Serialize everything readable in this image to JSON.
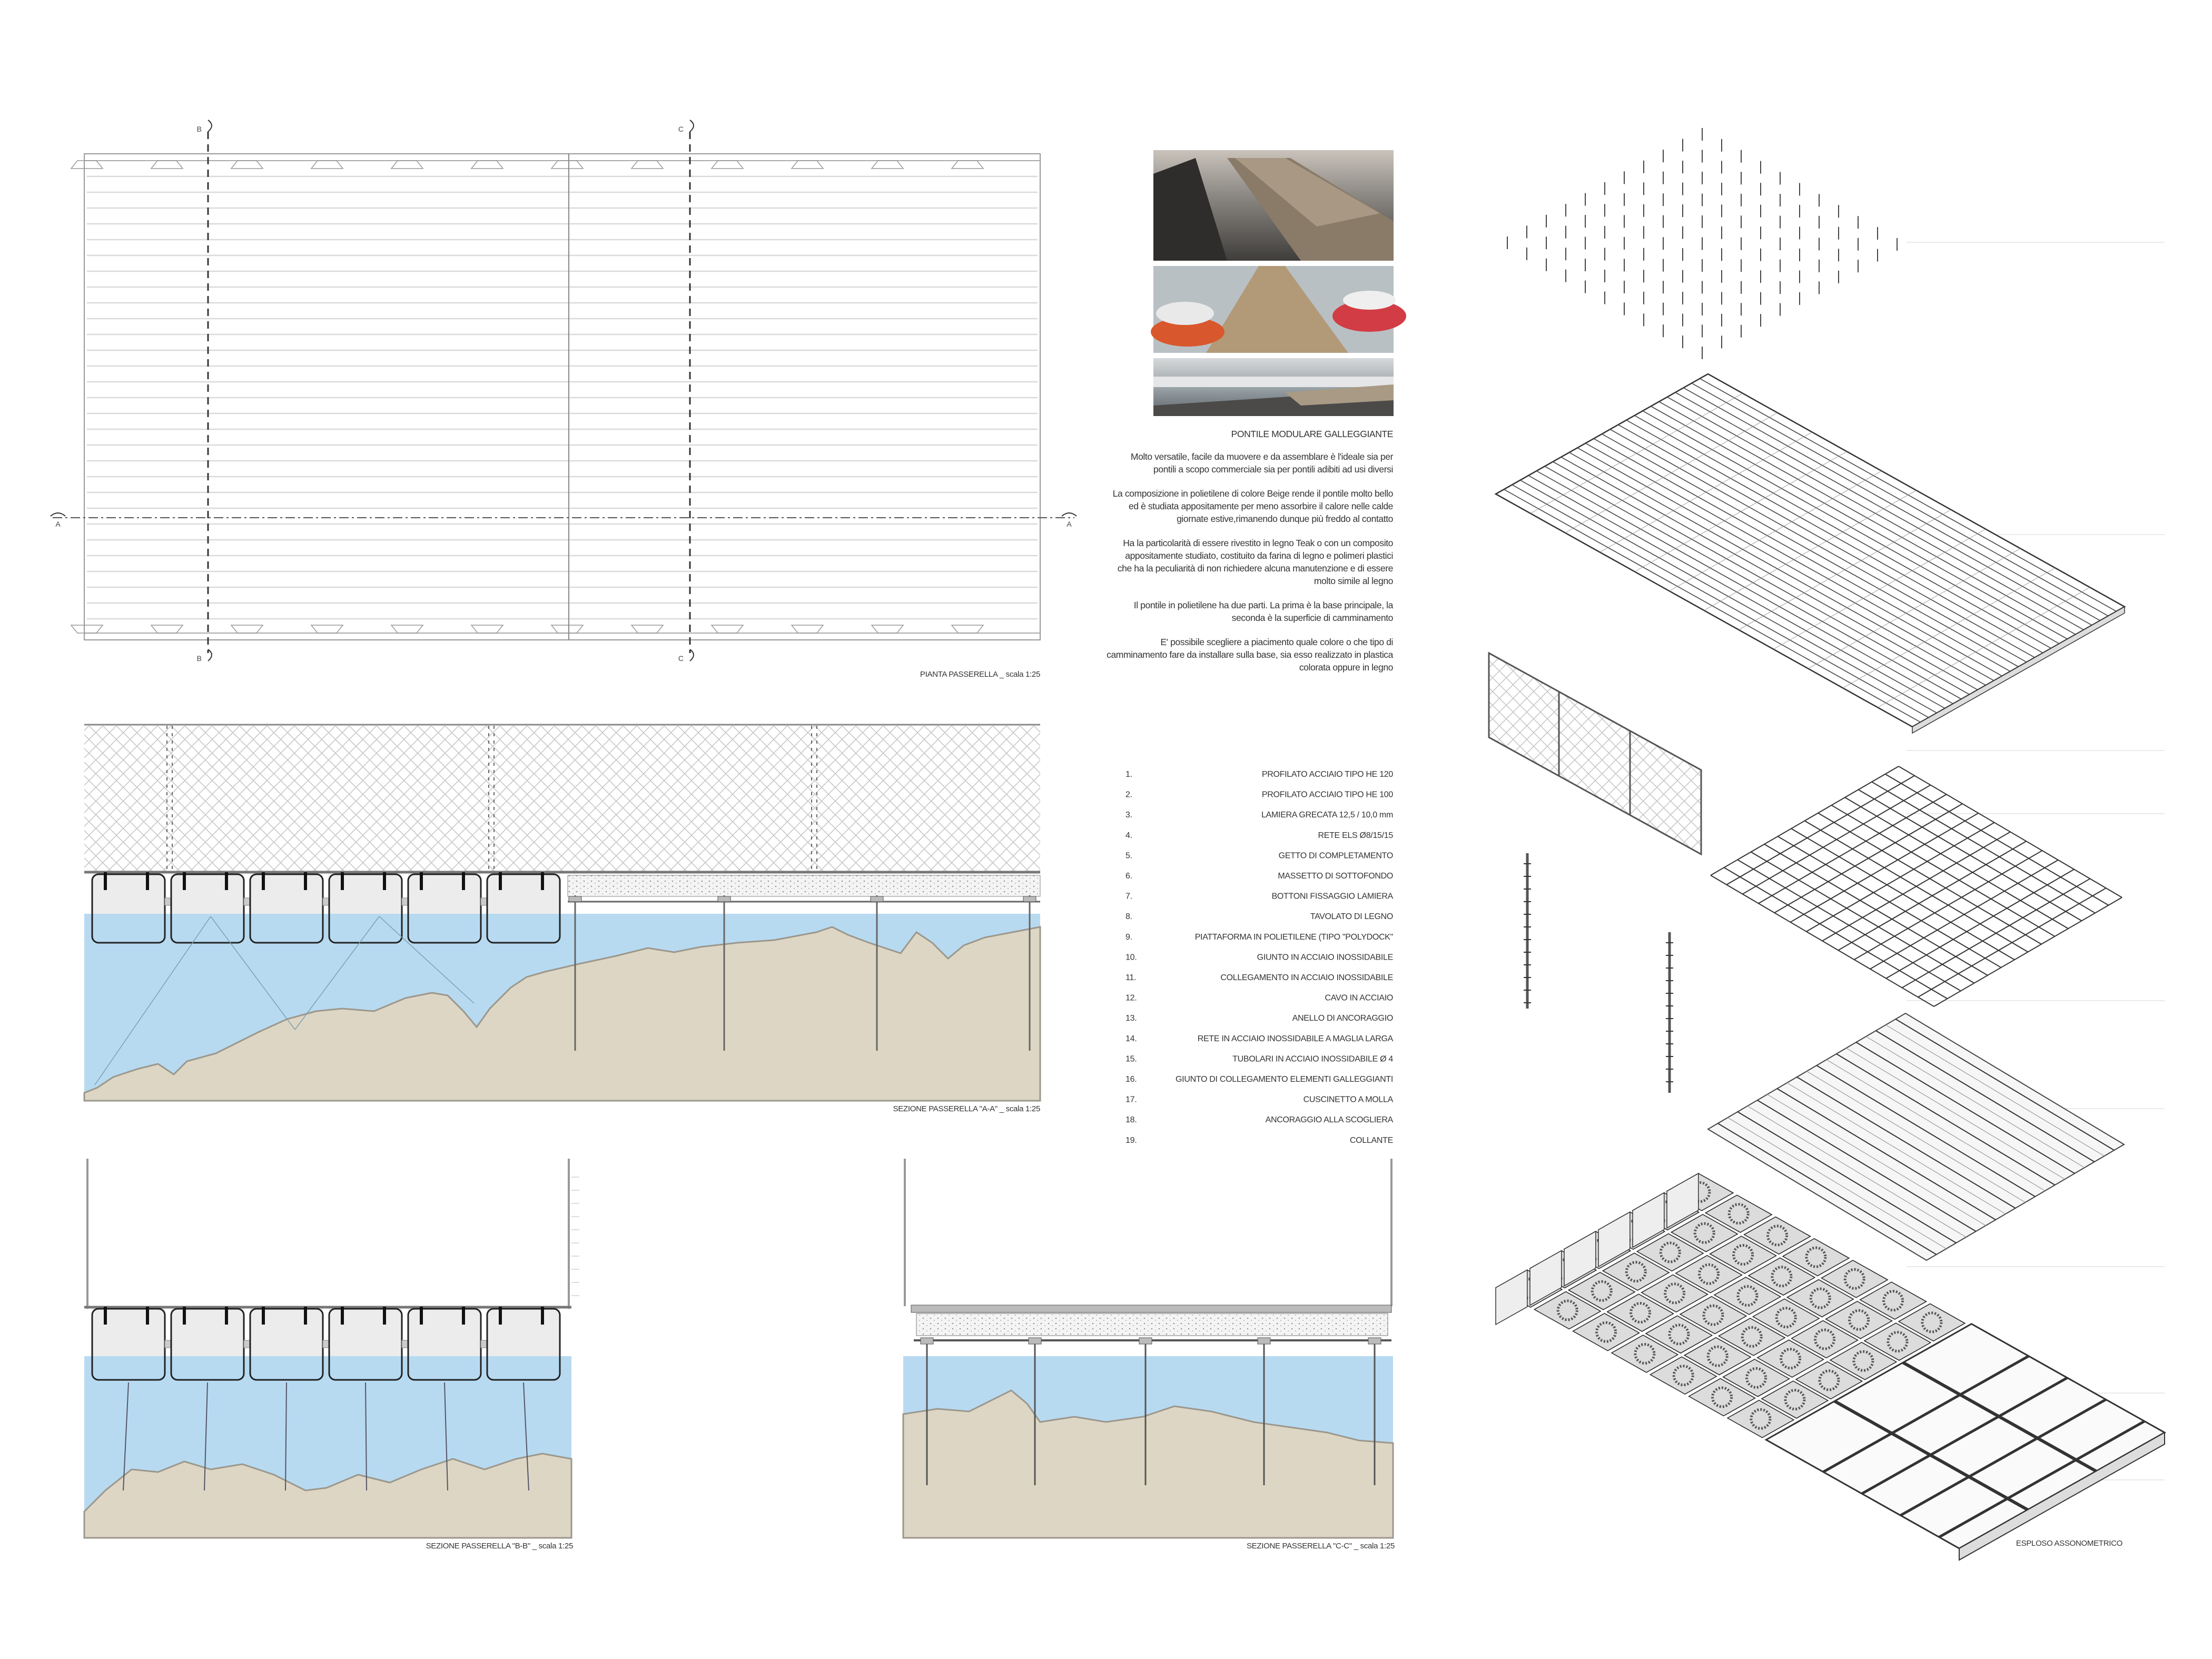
{
  "plan": {
    "caption": "PIANTA PASSERELLA _ scala 1:25",
    "section_marks": {
      "b": "B",
      "c": "C",
      "a": "A"
    }
  },
  "section_aa": {
    "caption": "SEZIONE PASSERELLA \"A-A\" _ scala 1:25"
  },
  "section_bb": {
    "caption": "SEZIONE PASSERELLA \"B-B\" _ scala 1:25"
  },
  "section_cc": {
    "caption": "SEZIONE PASSERELLA \"C-C\" _ scala 1:25"
  },
  "axonometric": {
    "caption": "ESPLOSO ASSONOMETRICO"
  },
  "description": {
    "title": "PONTILE MODULARE GALLEGGIANTE",
    "paragraphs": [
      [
        "Molto versatile, facile da muovere e da assemblare è l'ideale sia per",
        "pontili a scopo commerciale sia per pontili adibiti ad usi diversi"
      ],
      [
        "La composizione in polietilene di colore Beige rende il  pontile  molto bello",
        "ed è studiata appositamente per meno assorbire il calore nelle calde",
        "giornate estive,rimanendo dunque più freddo al contatto"
      ],
      [
        "Ha la particolarità di essere rivestito in legno Teak o con un composito",
        "appositamente studiato, costituito da farina di legno e polimeri plastici",
        "che ha la peculiarità di non richiedere alcuna manutenzione e di essere",
        "molto simile al legno"
      ],
      [
        "Il pontile in polietilene ha due parti. La prima è la base principale, la",
        "seconda è la superficie di camminamento"
      ],
      [
        "E' possibile  scegliere a piacimento quale colore o che tipo di",
        "camminamento fare da installare sulla base, sia esso realizzato in plastica",
        "colorata oppure in legno"
      ]
    ]
  },
  "legend": [
    {
      "num": "1.",
      "label": "PROFILATO ACCIAIO TIPO HE 120"
    },
    {
      "num": "2.",
      "label": "PROFILATO ACCIAIO TIPO HE 100"
    },
    {
      "num": "3.",
      "label": "LAMIERA GRECATA 12,5 / 10,0 mm"
    },
    {
      "num": "4.",
      "label": "RETE   ELS    Ø8/15/15"
    },
    {
      "num": "5.",
      "label": "GETTO DI COMPLETAMENTO"
    },
    {
      "num": "6.",
      "label": "MASSETTO DI SOTTOFONDO"
    },
    {
      "num": "7.",
      "label": "BOTTONI FISSAGGIO LAMIERA"
    },
    {
      "num": "8.",
      "label": "TAVOLATO DI LEGNO"
    },
    {
      "num": "9.",
      "label": "PIATTAFORMA IN POLIETILENE  (TIPO  \"POLYDOCK\""
    },
    {
      "num": "10.",
      "label": "GIUNTO IN ACCIAIO INOSSIDABILE"
    },
    {
      "num": "11.",
      "label": "COLLEGAMENTO IN ACCIAIO INOSSIDABILE"
    },
    {
      "num": "12.",
      "label": "CAVO IN ACCIAIO"
    },
    {
      "num": "13.",
      "label": "ANELLO DI ANCORAGGIO"
    },
    {
      "num": "14.",
      "label": "RETE IN ACCIAIO INOSSIDABILE A MAGLIA LARGA"
    },
    {
      "num": "15.",
      "label": "TUBOLARI IN ACCIAIO INOSSIDABILE  Ø 4"
    },
    {
      "num": "16.",
      "label": "GIUNTO DI COLLEGAMENTO ELEMENTI GALLEGGIANTI"
    },
    {
      "num": "17.",
      "label": "CUSCINETTO A MOLLA"
    },
    {
      "num": "18.",
      "label": "ANCORAGGIO ALLA SCOGLIERA"
    },
    {
      "num": "19.",
      "label": "COLLANTE"
    }
  ],
  "colors": {
    "water": "#b7daf1",
    "sand": "#ddd6c4",
    "sand_edge": "#9c978c",
    "line": "#555555",
    "mesh": "#c8c8c8"
  }
}
